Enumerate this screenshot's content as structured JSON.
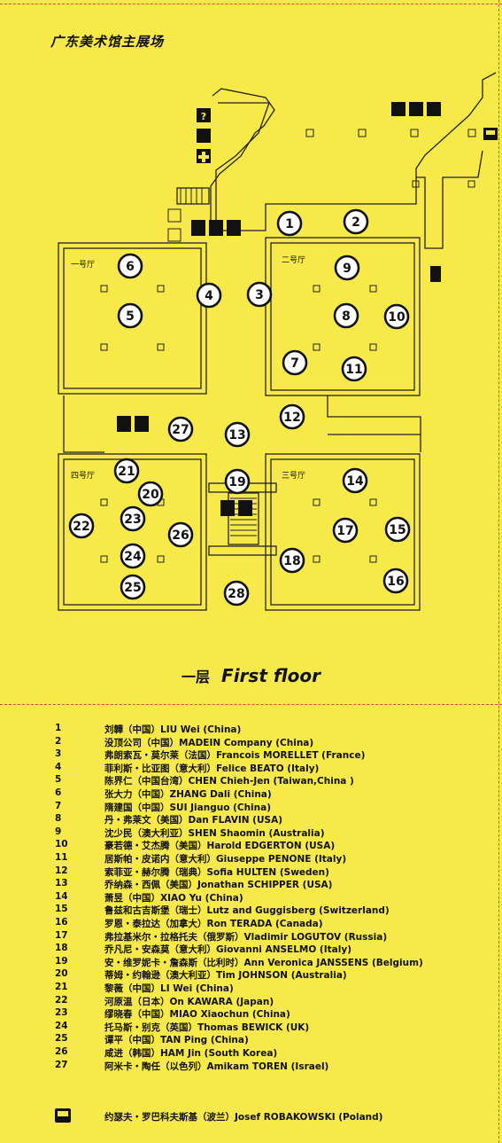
{
  "title": "广东美术馆主展场",
  "floor": {
    "cn": "一层",
    "en": "First floor"
  },
  "halls": {
    "hall1": "一号厅",
    "hall2": "二号厅",
    "hall3": "三号厅",
    "hall4": "四号厅"
  },
  "icons": [
    "info-icon",
    "ticket-icon",
    "first-aid-icon",
    "restroom-icon",
    "stairs-icon",
    "accessible-icon",
    "screen-icon",
    "restaurant-icon",
    "elevator-icon"
  ],
  "numbers": [
    "1",
    "2",
    "3",
    "4",
    "5",
    "6",
    "7",
    "8",
    "9",
    "10",
    "11",
    "12",
    "13",
    "14",
    "15",
    "16",
    "17",
    "18",
    "19",
    "20",
    "21",
    "22",
    "23",
    "24",
    "25",
    "26",
    "27",
    "28"
  ],
  "legend": [
    {
      "num": "1",
      "text": "刘韡（中国）LIU Wei (China)"
    },
    {
      "num": "2",
      "text": "没顶公司（中国）MADEIN Company (China)"
    },
    {
      "num": "3",
      "text": "弗朗索瓦・莫尔莱（法国）Francois MORELLET (France)"
    },
    {
      "num": "4",
      "text": "菲利斯・比亚图（意大利）Felice BEATO (Italy)"
    },
    {
      "num": "5",
      "text": "陈界仁（中国台湾）CHEN Chieh-Jen (Taiwan,China )"
    },
    {
      "num": "6",
      "text": "张大力（中国）ZHANG Dali (China)"
    },
    {
      "num": "7",
      "text": "隋建国（中国）SUI Jianguo (China)"
    },
    {
      "num": "8",
      "text": "丹・弗莱文（美国）Dan FLAVIN (USA)"
    },
    {
      "num": "9",
      "text": "沈少民（澳大利亚）SHEN Shaomin (Australia)"
    },
    {
      "num": "10",
      "text": "豪若德・艾杰腾（美国）Harold EDGERTON (USA)"
    },
    {
      "num": "11",
      "text": "居斯帕・皮诺内（意大利）Giuseppe PENONE (Italy)"
    },
    {
      "num": "12",
      "text": "索菲亚・赫尔腾（瑞典）Sofia HULTEN (Sweden)"
    },
    {
      "num": "13",
      "text": "乔纳森・西佩（美国）Jonathan SCHIPPER (USA)"
    },
    {
      "num": "14",
      "text": "萧昱（中国）XIAO Yu (China)"
    },
    {
      "num": "15",
      "text": "鲁兹和古吉斯堡（瑞士）Lutz and Guggisberg (Switzerland)"
    },
    {
      "num": "16",
      "text": "罗恩・泰拉达（加拿大）Ron TERADA (Canada)"
    },
    {
      "num": "17",
      "text": "弗拉基米尔・拉格托夫（俄罗斯）Vladimir LOGUTOV (Russia)"
    },
    {
      "num": "18",
      "text": "乔凡尼・安森莫（意大利）Giovanni ANSELMO (Italy)"
    },
    {
      "num": "19",
      "text": "安・维罗妮卡・詹森斯（比利时）Ann Veronica JANSSENS (Belgium)"
    },
    {
      "num": "20",
      "text": "蒂姆・约翰逊（澳大利亚）Tim JOHNSON (Australia)"
    },
    {
      "num": "21",
      "text": "黎薇（中国）LI Wei (China)"
    },
    {
      "num": "22",
      "text": "河原温（日本）On KAWARA (Japan)"
    },
    {
      "num": "23",
      "text": "缪晓春（中国）MIAO Xiaochun (China)"
    },
    {
      "num": "24",
      "text": "托马斯・别克（英国）Thomas BEWICK (UK)"
    },
    {
      "num": "25",
      "text": "谭平（中国）TAN Ping (China)"
    },
    {
      "num": "26",
      "text": "咸进（韩国）HAM Jin (South Korea)"
    },
    {
      "num": "27",
      "text": "阿米卡・陶任（以色列）Amikam TOREN (Israel)"
    }
  ],
  "extra": {
    "icon": "screen-icon",
    "text": "约瑟夫・罗巴科夫斯基（波兰）Josef ROBAKOWSKI (Poland)"
  },
  "colors": {
    "background": "#f7e94a",
    "dashed_line": "#d9463a",
    "ink": "#111111"
  }
}
